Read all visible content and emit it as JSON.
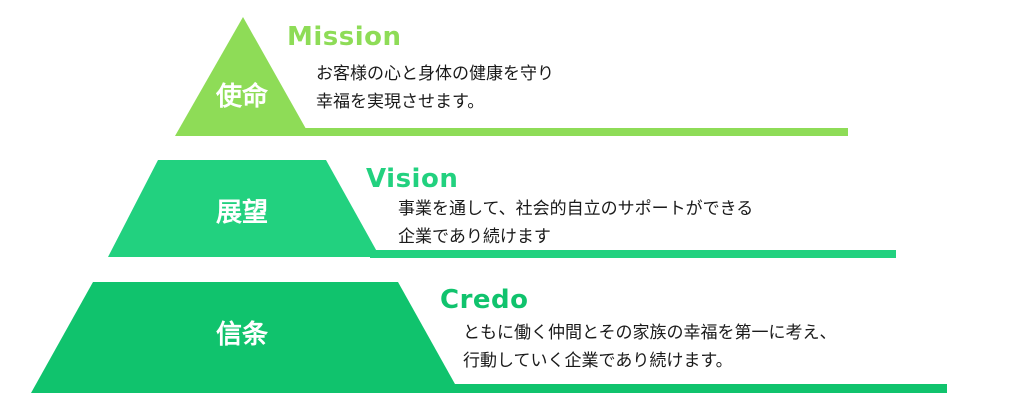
{
  "colors": {
    "tier1": "#8EDC57",
    "tier2": "#22D17F",
    "tier3": "#10C36D"
  },
  "tiers": [
    {
      "label": "使命",
      "heading": "Mission",
      "desc_lines": [
        "お客様の心と身体の健康を守り",
        "幸福を実現させます。"
      ]
    },
    {
      "label": "展望",
      "heading": "Vision",
      "desc_lines": [
        "事業を通して、社会的自立のサポートができる",
        "企業であり続けます"
      ]
    },
    {
      "label": "信条",
      "heading": "Credo",
      "desc_lines": [
        "ともに働く仲間とその家族の幸福を第一に考え、",
        "行動していく企業であり続けます。"
      ]
    }
  ]
}
